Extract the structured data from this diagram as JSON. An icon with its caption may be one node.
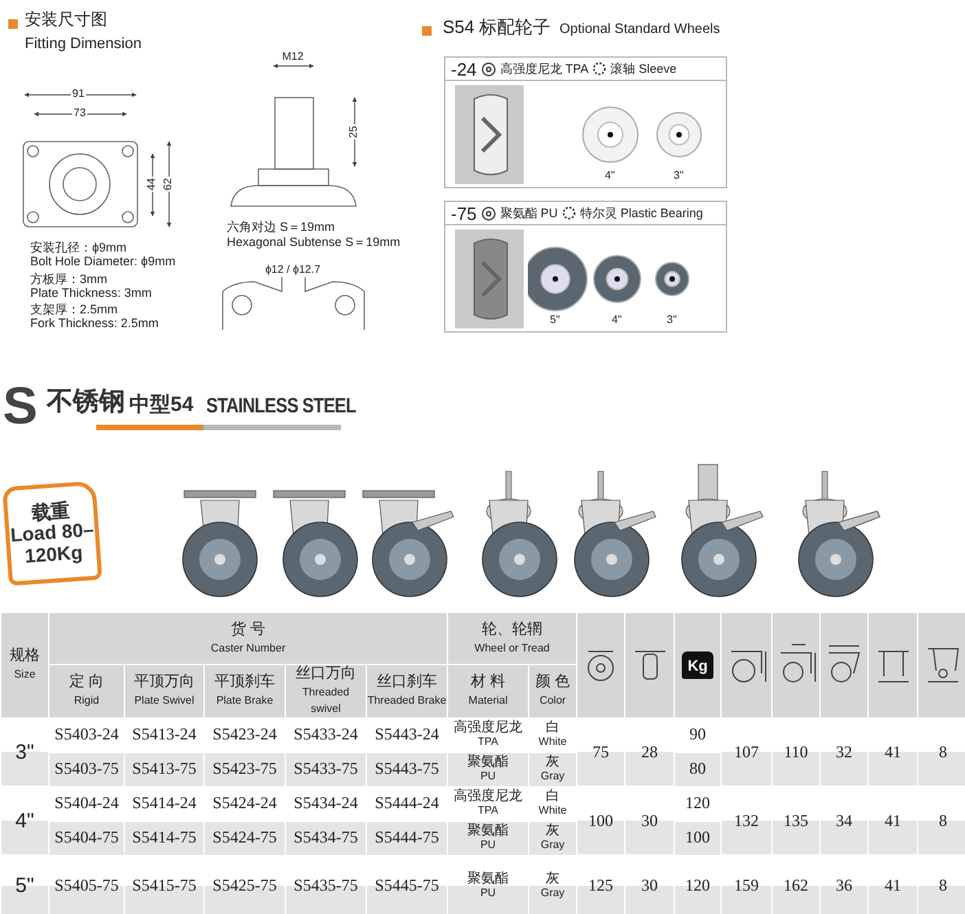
{
  "diagram": {
    "nodes": [
      {
        "text": [
          "-24",
          "高强度尼龙 TPA",
          "滚轴 Sleeve",
          "4\"",
          "3\""
        ]
      },
      {
        "text": [
          "-75",
          "聚氨酯 PU",
          "特尔灵 Plastic Bearing",
          "5\"",
          "4\"",
          "3\""
        ]
      },
      {
        "text": [
          "载重 Load 80–120Kg"
        ]
      }
    ],
    "edges": [],
    "labels": [
      "安装尺寸图",
      "Fitting Dimension",
      "91",
      "73",
      "44",
      "62",
      "M12",
      "25",
      "安装孔径：ϕ9mm",
      "Bolt Hole Diameter: ϕ9mm",
      "方板厚：3mm",
      "Plate Thickness: 3mm",
      "支架厚：2.5mm",
      "Fork Thickness: 2.5mm",
      "六角对边 S＝19mm",
      "Hexagonal Subtense S＝19mm",
      "ϕ12 / ϕ12.7",
      "S54 标配轮子",
      "Optional Standard Wheels",
      "S",
      "不锈钢",
      "中型54",
      "STAINLESS STEEL",
      "规格",
      "Size",
      "货 号",
      "Caster Number",
      "轮、轮辋",
      "Wheel or Tread",
      "Kg",
      "定 向",
      "Rigid",
      "平顶万向",
      "Plate Swivel",
      "平顶刹车",
      "Plate Brake",
      "丝口万向",
      "Threaded swivel",
      "丝口刹车",
      "Threaded Brake",
      "材 料",
      "Material",
      "颜 色",
      "Color",
      "3\"",
      "S5403-24",
      "S5413-24",
      "S5423-24",
      "S5433-24",
      "S5443-24",
      "高强度尼龙",
      "TPA",
      "白",
      "White",
      "75",
      "28",
      "90",
      "107",
      "110",
      "32",
      "41",
      "8",
      "S5403-75",
      "S5413-75",
      "S5423-75",
      "S5433-75",
      "S5443-75",
      "聚氨酯",
      "PU",
      "灰",
      "Gray",
      "80",
      "4\"",
      "S5404-24",
      "S5414-24",
      "S5424-24",
      "S5434-24",
      "S5444-24",
      "高强度尼龙",
      "TPA",
      "白",
      "White",
      "100",
      "30",
      "120",
      "132",
      "135",
      "34",
      "41",
      "8",
      "S5404-75",
      "S5414-75",
      "S5424-75",
      "S5434-75",
      "S5444-75",
      "聚氨酯",
      "PU",
      "灰",
      "Gray",
      "100",
      "5\"",
      "S5405-75",
      "S5415-75",
      "S5425-75",
      "S5435-75",
      "S5445-75",
      "聚氨酯",
      "PU",
      "灰",
      "Gray",
      "125",
      "30",
      "120",
      "159",
      "162",
      "36",
      "41",
      "8"
    ]
  }
}
